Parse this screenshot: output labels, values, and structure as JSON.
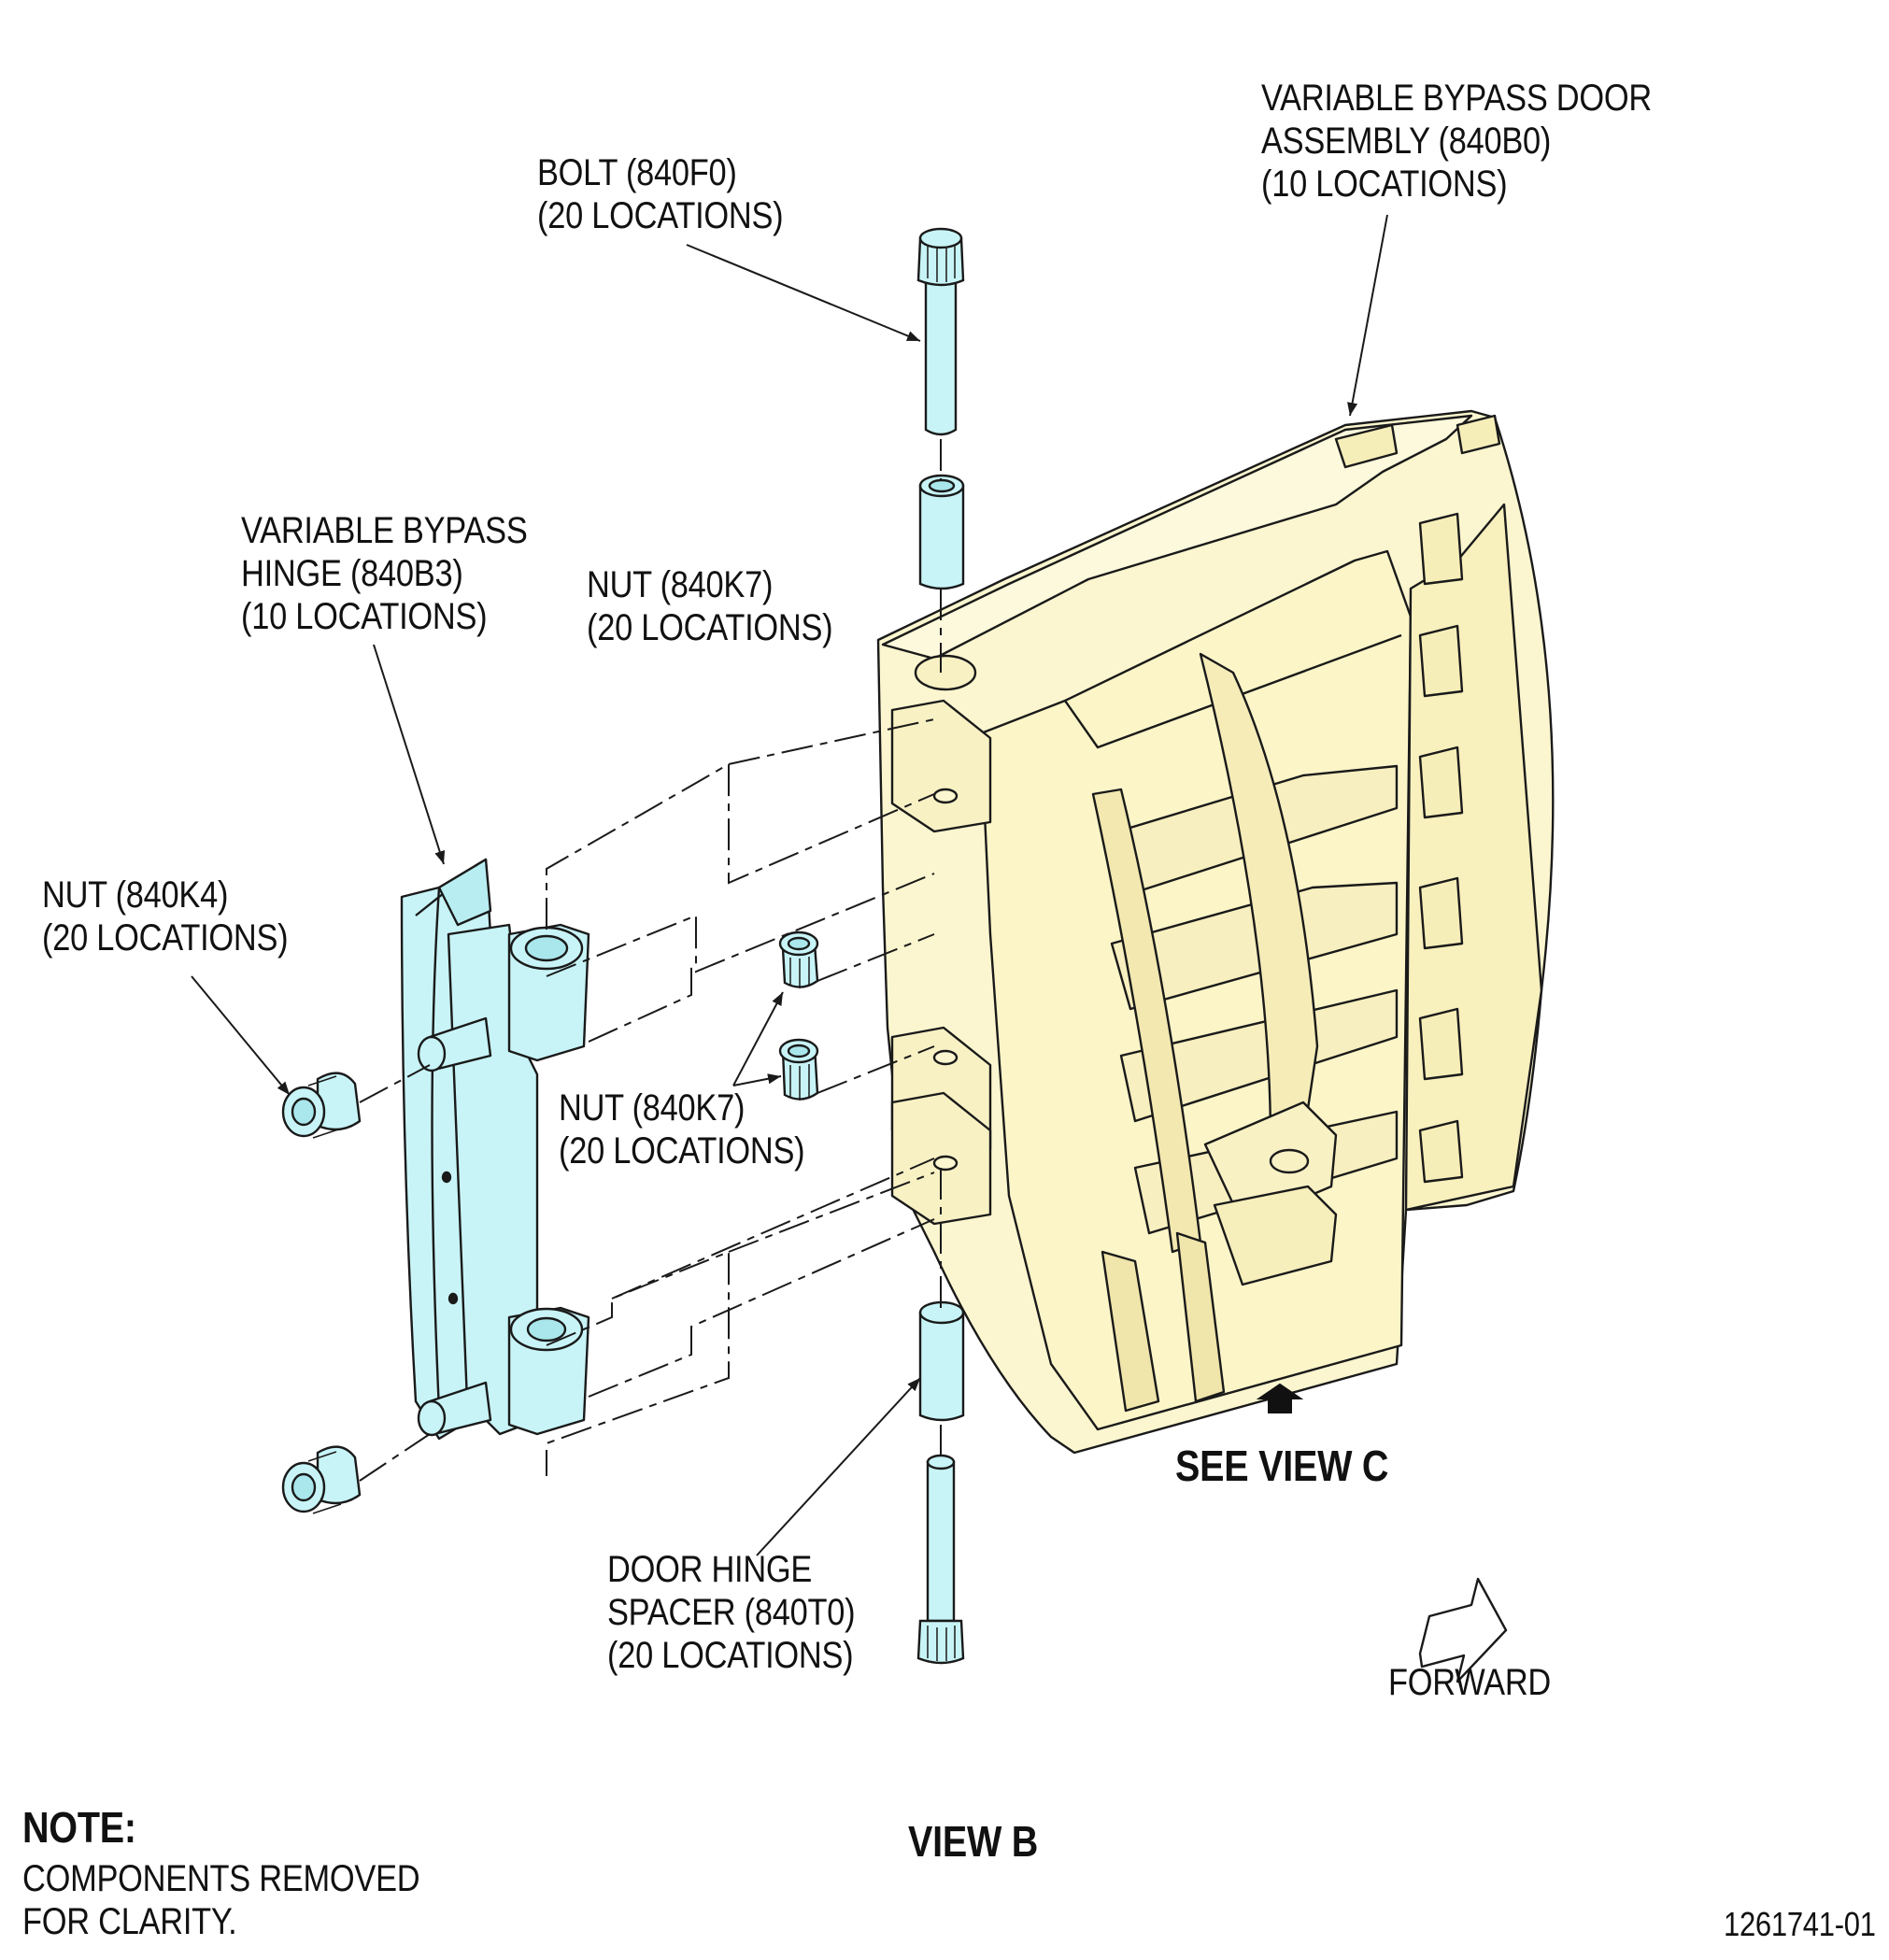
{
  "labels": {
    "bolt": {
      "line1": "BOLT (840F0)",
      "line2": "(20 LOCATIONS)"
    },
    "door_assembly": {
      "line1": "VARIABLE BYPASS DOOR",
      "line2": "ASSEMBLY (840B0)",
      "line3": "(10 LOCATIONS)"
    },
    "hinge": {
      "line1": "VARIABLE BYPASS",
      "line2": "HINGE (840B3)",
      "line3": "(10 LOCATIONS)"
    },
    "nut_k7_top": {
      "line1": "NUT (840K7)",
      "line2": "(20 LOCATIONS)"
    },
    "nut_k4": {
      "line1": "NUT (840K4)",
      "line2": "(20 LOCATIONS)"
    },
    "nut_k7_mid": {
      "line1": "NUT (840K7)",
      "line2": "(20 LOCATIONS)"
    },
    "spacer": {
      "line1": "DOOR HINGE",
      "line2": "SPACER (840T0)",
      "line3": "(20 LOCATIONS)"
    },
    "see_view": "SEE VIEW C",
    "forward": "FORWARD",
    "view_title": "VIEW B",
    "note_title": "NOTE:",
    "note_line1": "COMPONENTS REMOVED",
    "note_line2": "FOR CLARITY.",
    "figure_id": "1261741-01"
  },
  "colors": {
    "door_fill": "#fbf6cf",
    "part_fill": "#c8f4f7",
    "line": "#1a1a1a",
    "background": "#ffffff"
  }
}
